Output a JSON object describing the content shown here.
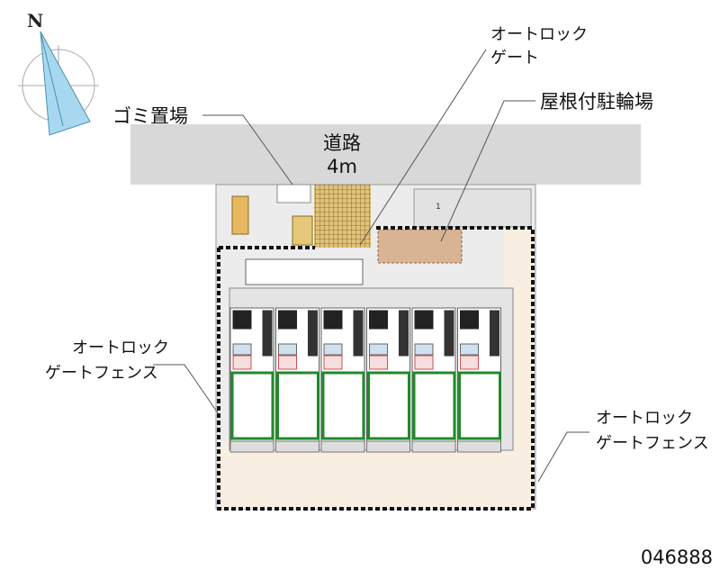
{
  "compass": {
    "north_label": "N"
  },
  "road": {
    "name": "道路",
    "width": "4m"
  },
  "labels": {
    "garbage": "ゴミ置場",
    "autolock_gate_line1": "オートロック",
    "autolock_gate_line2": "ゲート",
    "bicycle_parking": "屋根付駐輪場",
    "fence_left_line1": "オートロック",
    "fence_left_line2": "ゲートフェンス",
    "fence_right_line1": "オートロック",
    "fence_right_line2": "ゲートフェンス",
    "parking_number": "1"
  },
  "property_code": "046888",
  "colors": {
    "road": "#d8d8d8",
    "site": "#ececec",
    "beige": "#f9eee2",
    "room_border": "#1f8a2a",
    "bike": "#d8b394",
    "garbage": "#c9a13c"
  }
}
